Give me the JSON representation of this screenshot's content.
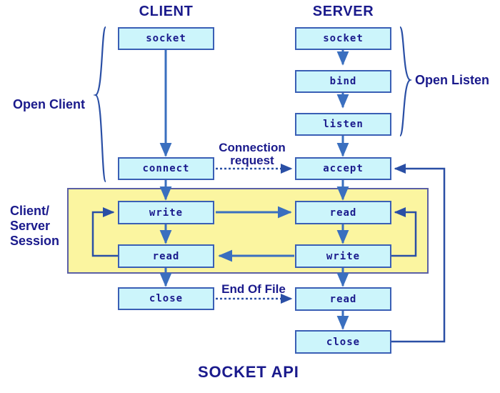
{
  "diagram": {
    "title": "SOCKET API",
    "columns": {
      "client": "CLIENT",
      "server": "SERVER"
    },
    "groups": {
      "open_client": "Open Client",
      "open_listen": "Open Listen",
      "session_line1": "Client/",
      "session_line2": "Server",
      "session_line3": "Session"
    },
    "edge_labels": {
      "connection_request_line1": "Connection",
      "connection_request_line2": "request",
      "end_of_file": "End Of File"
    },
    "client_calls": {
      "socket": "socket",
      "connect": "connect",
      "write": "write",
      "read": "read",
      "close": "close"
    },
    "server_calls": {
      "socket": "socket",
      "bind": "bind",
      "listen": "listen",
      "accept": "accept",
      "read": "read",
      "write": "write",
      "read2": "read",
      "close": "close"
    },
    "colors": {
      "box_fill": "#ccf5fb",
      "box_border": "#3a5fb5",
      "session_fill": "#fbf5a0",
      "session_border": "#5a5fa5",
      "text": "#1a1a8c",
      "arrow": "#3a6fbf",
      "background": "#ffffff"
    }
  }
}
